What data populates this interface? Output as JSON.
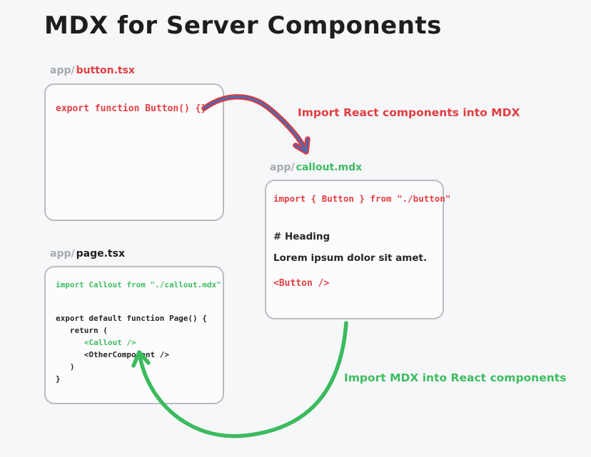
{
  "title": "MDX for Server Components",
  "annotations": {
    "react_into_mdx": "Import React components into MDX",
    "mdx_into_react": "Import MDX into React components"
  },
  "colors": {
    "red": "#e23e42",
    "green": "#3ebd61",
    "arrow_blue": "#4b6cb5",
    "label_gray": "#a6a9ae",
    "ink": "#1d1e20",
    "background": "#f6f7f9",
    "box_border": "#b9bcc1"
  },
  "boxes": {
    "button": {
      "label_prefix": "app/",
      "label_name": "button.tsx",
      "lines": [
        {
          "text": "export function Button() {}",
          "color": "red"
        }
      ]
    },
    "callout": {
      "label_prefix": "app/",
      "label_name": "callout.mdx",
      "lines": [
        {
          "text": "import { Button } from \"./button\"",
          "color": "red"
        },
        {
          "text": "# Heading",
          "color": "ink"
        },
        {
          "text": "Lorem ipsum dolor sit amet.",
          "color": "ink"
        },
        {
          "text": "<Button />",
          "color": "red"
        }
      ]
    },
    "page": {
      "label_prefix": "app/",
      "label_name": "page.tsx",
      "lines": [
        {
          "text": "import Callout from \"./callout.mdx\"",
          "color": "green"
        },
        {
          "text": "export default function Page() {",
          "color": "ink"
        },
        {
          "text": "   return (",
          "color": "ink"
        },
        {
          "text": "      <Callout />",
          "color": "green"
        },
        {
          "text": "      <OtherComponent />",
          "color": "ink"
        },
        {
          "text": "   )",
          "color": "ink"
        },
        {
          "text": "}",
          "color": "ink"
        }
      ]
    }
  }
}
